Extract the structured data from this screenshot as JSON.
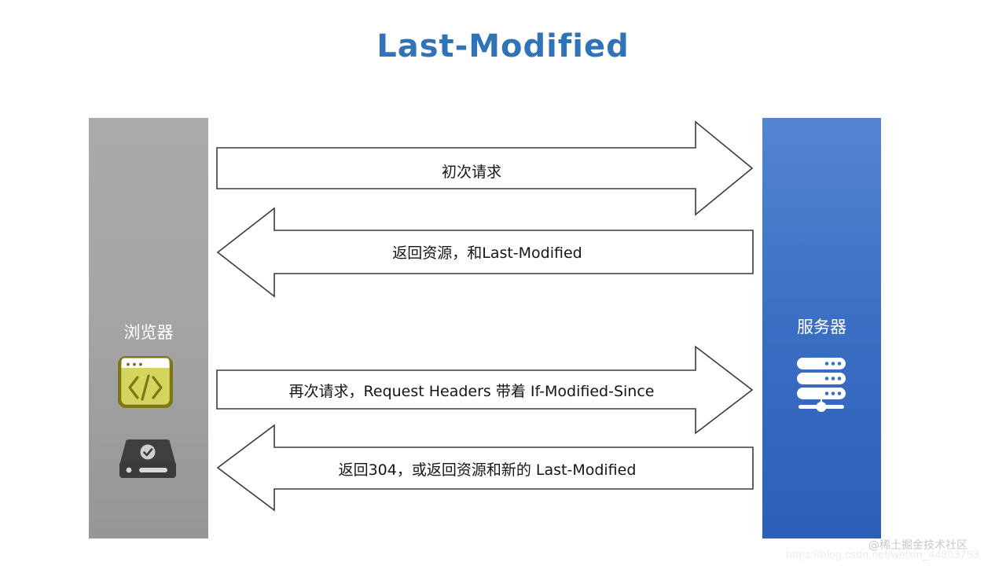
{
  "title": "Last-Modified",
  "colors": {
    "title_blue": "#3173b8",
    "browser_gray": "#a6a6a6",
    "server_blue": "#3b6fc4",
    "arrow_stroke": "#3b3b3b",
    "arrow_fill": "#ffffff",
    "code_icon_olive": "#7d7615",
    "code_icon_body": "#d3d55c"
  },
  "browser": {
    "label": "浏览器",
    "icons": [
      {
        "name": "code-window-icon",
        "glyph": "</>"
      },
      {
        "name": "disk-storage-icon",
        "glyph": "disk"
      }
    ]
  },
  "server": {
    "label": "服务器",
    "icons": [
      {
        "name": "server-rack-icon",
        "glyph": "rack"
      }
    ]
  },
  "arrows": [
    {
      "id": "arrow-1",
      "direction": "right",
      "label": "初次请求"
    },
    {
      "id": "arrow-2",
      "direction": "left",
      "label": "返回资源，和Last-Modified"
    },
    {
      "id": "arrow-3",
      "direction": "right",
      "label": "再次请求，Request Headers 带着 If-Modified-Since"
    },
    {
      "id": "arrow-4",
      "direction": "left",
      "label": "返回304，或返回资源和新的 Last-Modified"
    }
  ],
  "watermark": {
    "handle": "@稀土掘金技术社区",
    "url": "https://blog.csdn.net/weixin_44803753"
  }
}
